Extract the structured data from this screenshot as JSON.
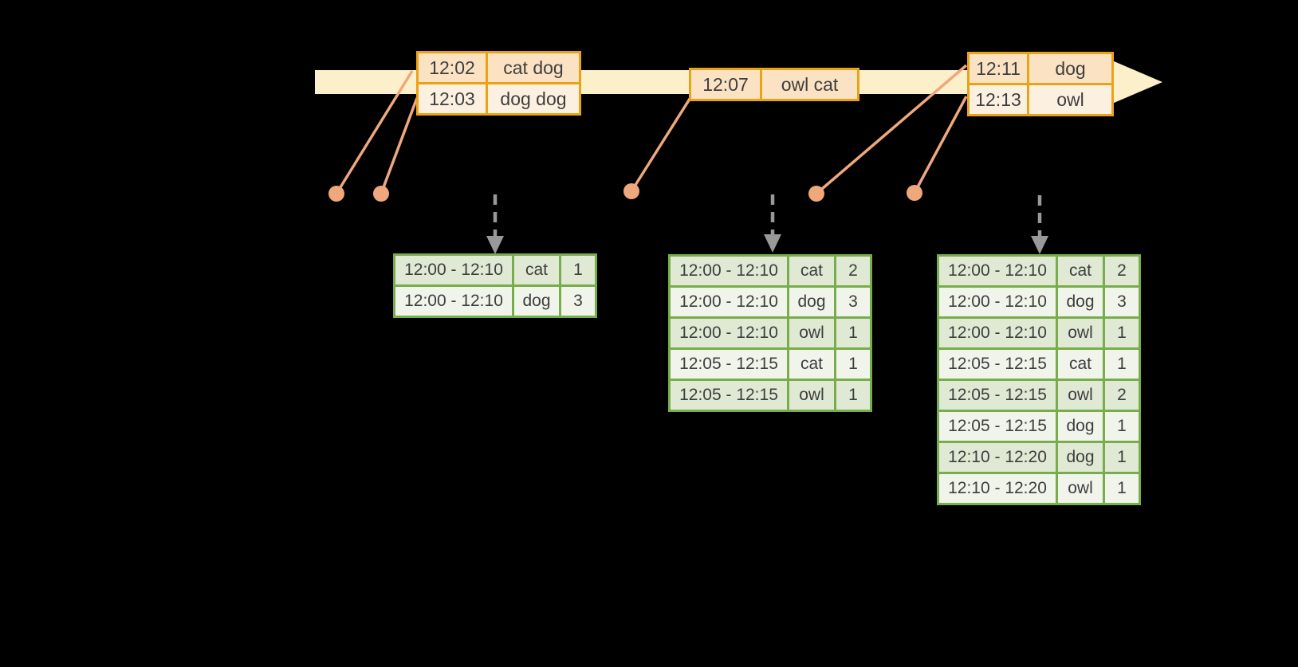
{
  "diagram": {
    "name": "windowed-grouped-aggregation-diagram",
    "background_color": "#000000",
    "colors": {
      "timeline_band": "#FCF0CB",
      "event_table_border": "#EBA316",
      "event_row_dark": "#FAE2C3",
      "event_row_light": "#FCF1E1",
      "event_dot": "#EFA87C",
      "trigger_arrow": "#999999",
      "result_table_border": "#77AD4A",
      "result_row_dark": "#DFE9D4",
      "result_row_light": "#F0F4EB",
      "text": "#3E3E3E"
    },
    "event_tables": [
      {
        "rows": [
          [
            "12:02",
            "cat dog"
          ],
          [
            "12:03",
            "dog dog"
          ]
        ]
      },
      {
        "rows": [
          [
            "12:07",
            "owl cat"
          ]
        ]
      },
      {
        "rows": [
          [
            "12:11",
            "dog"
          ],
          [
            "12:13",
            "owl"
          ]
        ]
      }
    ],
    "result_tables": [
      {
        "rows": [
          [
            "12:00 - 12:10",
            "cat",
            "1"
          ],
          [
            "12:00 - 12:10",
            "dog",
            "3"
          ]
        ]
      },
      {
        "rows": [
          [
            "12:00 - 12:10",
            "cat",
            "2"
          ],
          [
            "12:00 - 12:10",
            "dog",
            "3"
          ],
          [
            "12:00 - 12:10",
            "owl",
            "1"
          ],
          [
            "12:05 - 12:15",
            "cat",
            "1"
          ],
          [
            "12:05 - 12:15",
            "owl",
            "1"
          ]
        ]
      },
      {
        "rows": [
          [
            "12:00 - 12:10",
            "cat",
            "2"
          ],
          [
            "12:00 - 12:10",
            "dog",
            "3"
          ],
          [
            "12:00 - 12:10",
            "owl",
            "1"
          ],
          [
            "12:05 - 12:15",
            "cat",
            "1"
          ],
          [
            "12:05 - 12:15",
            "owl",
            "2"
          ],
          [
            "12:05 - 12:15",
            "dog",
            "1"
          ],
          [
            "12:10 - 12:20",
            "dog",
            "1"
          ],
          [
            "12:10 - 12:20",
            "owl",
            "1"
          ]
        ]
      }
    ]
  }
}
